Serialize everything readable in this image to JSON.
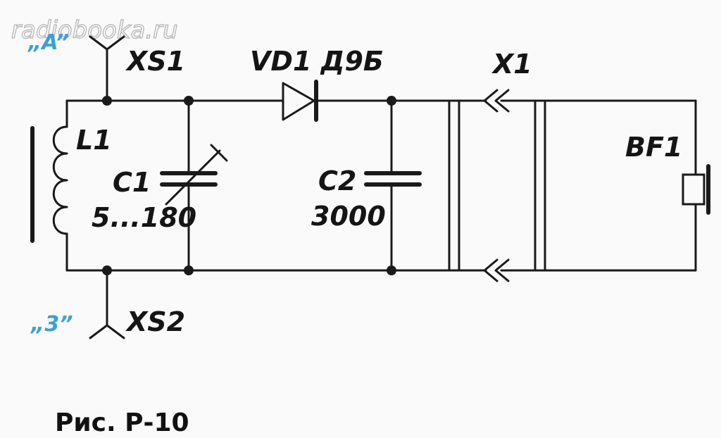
{
  "watermark": "radiobooka.ru",
  "caption": "Рис. Р-10",
  "labels": {
    "antenna_mark": "„A”",
    "ground_mark": "„3”",
    "xs1": "XS1",
    "xs2": "XS2",
    "vd1": "VD1 Д9Б",
    "x1": "X1",
    "l1": "L1",
    "c1": "C1",
    "c1_value": "5...180",
    "c2": "C2",
    "c2_value": "3000",
    "bf1": "BF1"
  }
}
